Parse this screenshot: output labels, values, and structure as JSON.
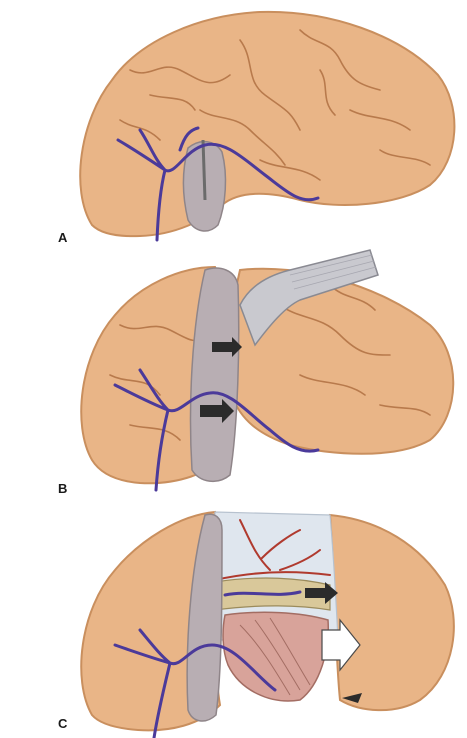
{
  "figure": {
    "panels": [
      {
        "label": "A"
      },
      {
        "label": "B"
      },
      {
        "label": "C"
      }
    ]
  },
  "colors": {
    "brain_fill": "#e9b587",
    "brain_edge": "#c98f5e",
    "sulcus": "#b87a4c",
    "vein": "#4b3a9a",
    "cut_surface": "#b8aeb3",
    "retractor": "#c9c9cf",
    "dura": "#dfe6ee",
    "artery": "#b03a2e",
    "arrow_dark": "#2b2b2b",
    "arrow_light": "#ffffff"
  }
}
